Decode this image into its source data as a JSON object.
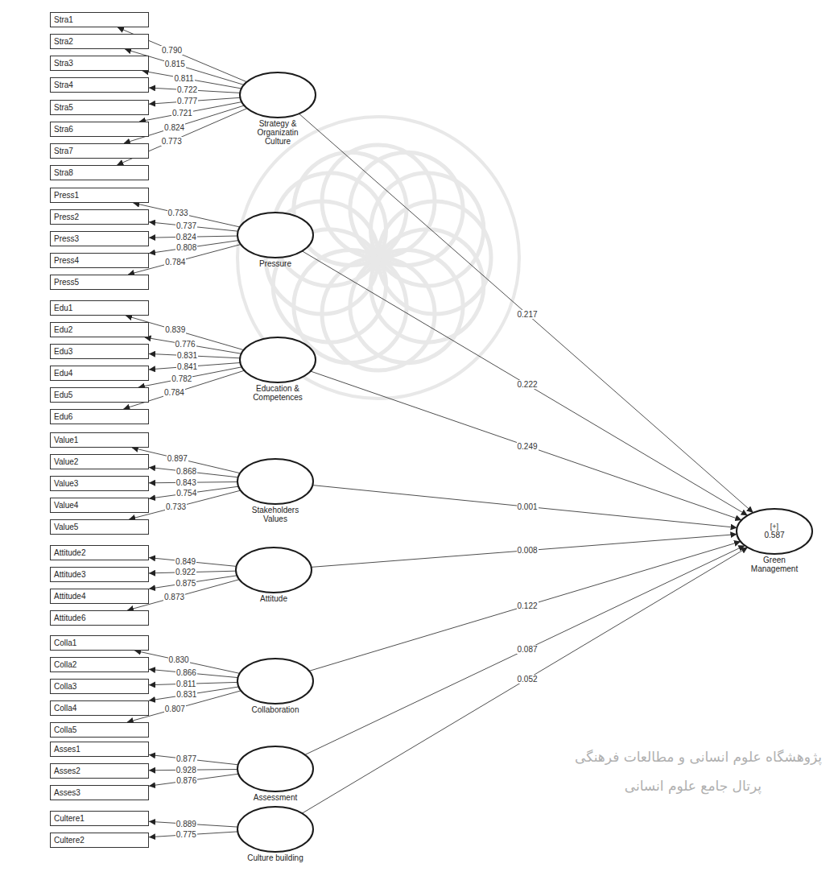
{
  "diagram": {
    "nodes": [
      {
        "text": [
          "Stra1"
        ]
      },
      {
        "text": [
          "Stra2"
        ]
      },
      {
        "text": [
          "Stra3"
        ]
      },
      {
        "text": [
          "Stra4"
        ]
      },
      {
        "text": [
          "Stra5"
        ]
      },
      {
        "text": [
          "Stra6"
        ]
      },
      {
        "text": [
          "Stra7"
        ]
      },
      {
        "text": [
          "Stra8"
        ]
      },
      {
        "text": [
          "Press1"
        ]
      },
      {
        "text": [
          "Press2"
        ]
      },
      {
        "text": [
          "Press3"
        ]
      },
      {
        "text": [
          "Press4"
        ]
      },
      {
        "text": [
          "Press5"
        ]
      },
      {
        "text": [
          "Edu1"
        ]
      },
      {
        "text": [
          "Edu2"
        ]
      },
      {
        "text": [
          "Edu3"
        ]
      },
      {
        "text": [
          "Edu4"
        ]
      },
      {
        "text": [
          "Edu5"
        ]
      },
      {
        "text": [
          "Edu6"
        ]
      },
      {
        "text": [
          "Value1"
        ]
      },
      {
        "text": [
          "Value2"
        ]
      },
      {
        "text": [
          "Value3"
        ]
      },
      {
        "text": [
          "Value4"
        ]
      },
      {
        "text": [
          "Value5"
        ]
      },
      {
        "text": [
          "Attitude2"
        ]
      },
      {
        "text": [
          "Attitude3"
        ]
      },
      {
        "text": [
          "Attitude4"
        ]
      },
      {
        "text": [
          "Attitude6"
        ]
      },
      {
        "text": [
          "Colla1"
        ]
      },
      {
        "text": [
          "Colla2"
        ]
      },
      {
        "text": [
          "Colla3"
        ]
      },
      {
        "text": [
          "Colla4"
        ]
      },
      {
        "text": [
          "Colla5"
        ]
      },
      {
        "text": [
          "Asses1"
        ]
      },
      {
        "text": [
          "Asses2"
        ]
      },
      {
        "text": [
          "Asses3"
        ]
      },
      {
        "text": [
          "Cultere1"
        ]
      },
      {
        "text": [
          "Cultere2"
        ]
      },
      {
        "text": [
          "Strategy & Organizatin Culture"
        ]
      },
      {
        "text": [
          "Pressure"
        ]
      },
      {
        "text": [
          "Education & Competences"
        ]
      },
      {
        "text": [
          "Stakeholders Values"
        ]
      },
      {
        "text": [
          "Attitude"
        ]
      },
      {
        "text": [
          "Collaboration"
        ]
      },
      {
        "text": [
          "Assessment"
        ]
      },
      {
        "text": [
          "Culture building"
        ]
      },
      {
        "text": [
          "[+]",
          "0.587",
          "Green Management"
        ]
      }
    ],
    "edges": [
      {
        "from": 38,
        "to": 0,
        "arrow": "to",
        "label": "0.790"
      },
      {
        "from": 38,
        "to": 1,
        "arrow": "to",
        "label": "0.815"
      },
      {
        "from": 38,
        "to": 2,
        "arrow": "to",
        "label": "0.811"
      },
      {
        "from": 38,
        "to": 3,
        "arrow": "to",
        "label": "0.722"
      },
      {
        "from": 38,
        "to": 4,
        "arrow": "to",
        "label": "0.777"
      },
      {
        "from": 38,
        "to": 5,
        "arrow": "to",
        "label": "0.721"
      },
      {
        "from": 38,
        "to": 6,
        "arrow": "to",
        "label": "0.824"
      },
      {
        "from": 38,
        "to": 7,
        "arrow": "to",
        "label": "0.773"
      },
      {
        "from": 39,
        "to": 8,
        "arrow": "to",
        "label": "0.733"
      },
      {
        "from": 39,
        "to": 9,
        "arrow": "to",
        "label": "0.737"
      },
      {
        "from": 39,
        "to": 10,
        "arrow": "to",
        "label": "0.824"
      },
      {
        "from": 39,
        "to": 11,
        "arrow": "to",
        "label": "0.808"
      },
      {
        "from": 39,
        "to": 12,
        "arrow": "to",
        "label": "0.784"
      },
      {
        "from": 40,
        "to": 13,
        "arrow": "to",
        "label": "0.839"
      },
      {
        "from": 40,
        "to": 14,
        "arrow": "to",
        "label": "0.776"
      },
      {
        "from": 40,
        "to": 15,
        "arrow": "to",
        "label": "0.831"
      },
      {
        "from": 40,
        "to": 16,
        "arrow": "to",
        "label": "0.841"
      },
      {
        "from": 40,
        "to": 17,
        "arrow": "to",
        "label": "0.782"
      },
      {
        "from": 40,
        "to": 18,
        "arrow": "to",
        "label": "0.784"
      },
      {
        "from": 41,
        "to": 19,
        "arrow": "to",
        "label": "0.897"
      },
      {
        "from": 41,
        "to": 20,
        "arrow": "to",
        "label": "0.868"
      },
      {
        "from": 41,
        "to": 21,
        "arrow": "to",
        "label": "0.843"
      },
      {
        "from": 41,
        "to": 22,
        "arrow": "to",
        "label": "0.754"
      },
      {
        "from": 41,
        "to": 23,
        "arrow": "to",
        "label": "0.733"
      },
      {
        "from": 42,
        "to": 24,
        "arrow": "to",
        "label": "0.849"
      },
      {
        "from": 42,
        "to": 25,
        "arrow": "to",
        "label": "0.922"
      },
      {
        "from": 42,
        "to": 26,
        "arrow": "to",
        "label": "0.875"
      },
      {
        "from": 42,
        "to": 27,
        "arrow": "to",
        "label": "0.873"
      },
      {
        "from": 43,
        "to": 28,
        "arrow": "to",
        "label": "0.830"
      },
      {
        "from": 43,
        "to": 29,
        "arrow": "to",
        "label": "0.866"
      },
      {
        "from": 43,
        "to": 30,
        "arrow": "to",
        "label": "0.811"
      },
      {
        "from": 43,
        "to": 31,
        "arrow": "to",
        "label": "0.831"
      },
      {
        "from": 43,
        "to": 32,
        "arrow": "to",
        "label": "0.807"
      },
      {
        "from": 44,
        "to": 33,
        "arrow": "to",
        "label": "0.877"
      },
      {
        "from": 44,
        "to": 34,
        "arrow": "to",
        "label": "0.928"
      },
      {
        "from": 44,
        "to": 35,
        "arrow": "to",
        "label": "0.876"
      },
      {
        "from": 45,
        "to": 36,
        "arrow": "to",
        "label": "0.889"
      },
      {
        "from": 45,
        "to": 37,
        "arrow": "to",
        "label": "0.775"
      },
      {
        "from": 38,
        "to": 46,
        "arrow": "to",
        "label": "0.217"
      },
      {
        "from": 39,
        "to": 46,
        "arrow": "to",
        "label": "0.222"
      },
      {
        "from": 40,
        "to": 46,
        "arrow": "to",
        "label": "0.249"
      },
      {
        "from": 41,
        "to": 46,
        "arrow": "to",
        "label": "0.001"
      },
      {
        "from": 42,
        "to": 46,
        "arrow": "to",
        "label": "0.008"
      },
      {
        "from": 43,
        "to": 46,
        "arrow": "to",
        "label": "0.122"
      },
      {
        "from": 44,
        "to": 46,
        "arrow": "to",
        "label": "0.087"
      },
      {
        "from": 45,
        "to": 46,
        "arrow": "to",
        "label": "0.052"
      }
    ],
    "labels": [
      "پژوهشگاه علوم انسانی و مطالعات فرهنگی",
      "پرتال جامع علوم انسانی"
    ]
  }
}
